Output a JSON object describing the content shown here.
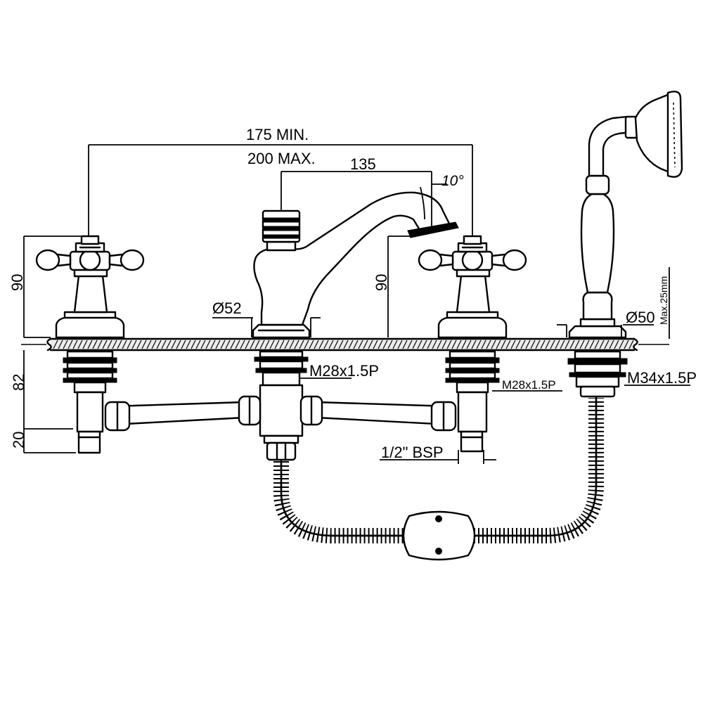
{
  "dimensions": {
    "spread_min": "175 MIN.",
    "spread_max": "200 MAX.",
    "spout_reach": "135",
    "spout_angle": "10°",
    "handle_height": "90",
    "spout_height": "90",
    "spout_base_diameter": "Ø52",
    "shower_base_diameter": "Ø50",
    "deck_thickness_max": "Max.25mm",
    "shank_length": "82",
    "tail_length": "20",
    "spout_thread": "M28x1.5P",
    "valve_thread": "M28x1.5P",
    "shower_thread": "M34x1.5P",
    "inlet_connection": "1/2\" BSP"
  }
}
